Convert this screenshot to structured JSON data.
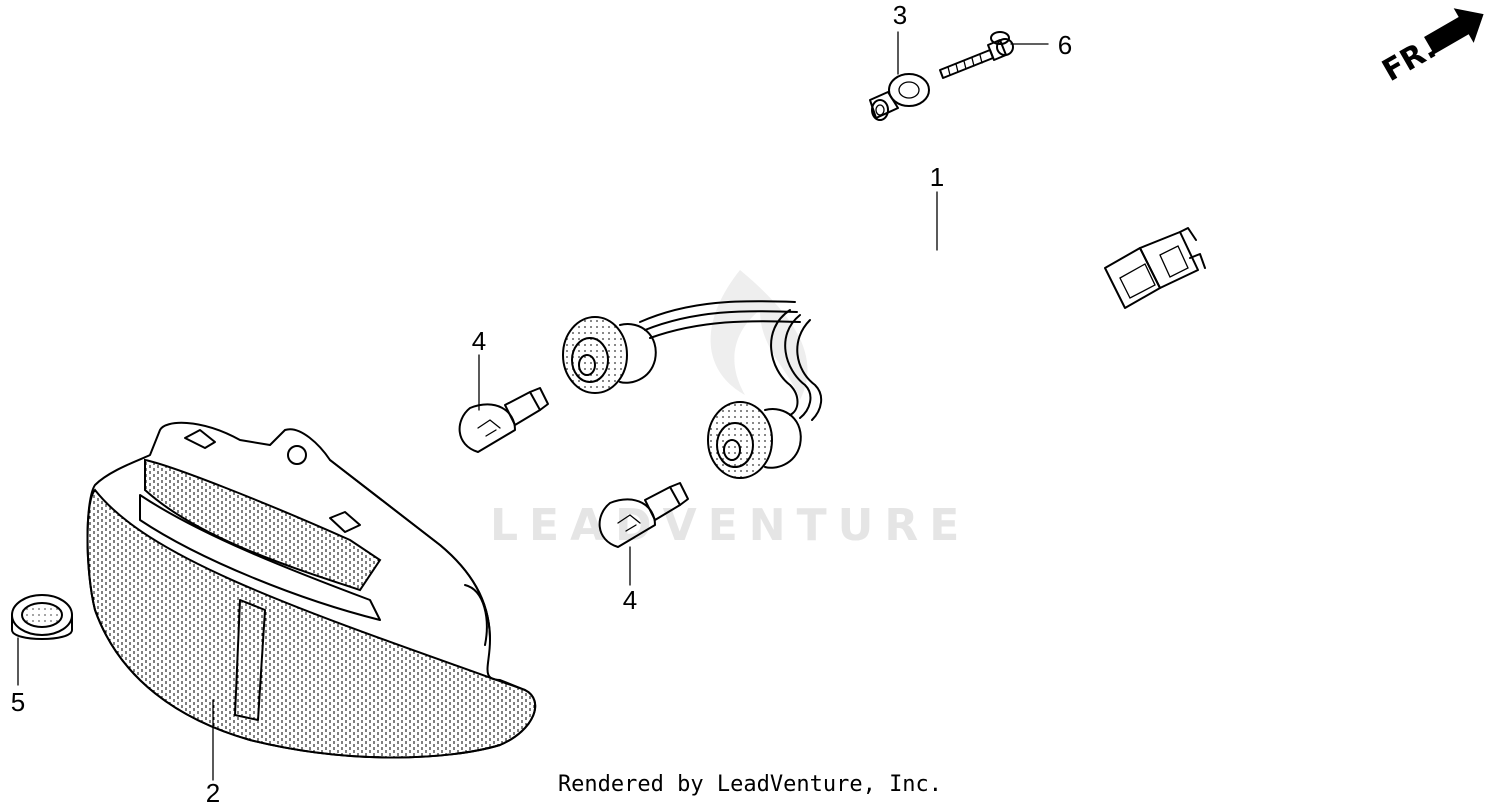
{
  "watermark": {
    "text": "LEADVENTURE"
  },
  "credit": {
    "text": "Rendered by LeadVenture, Inc."
  },
  "direction": {
    "label": "FR."
  },
  "callouts": {
    "c1": "1",
    "c2": "2",
    "c3": "3",
    "c4a": "4",
    "c4b": "4",
    "c5": "5",
    "c6": "6"
  },
  "colors": {
    "line": "#000000",
    "watermark": "#e5e5e5",
    "background": "#ffffff"
  }
}
